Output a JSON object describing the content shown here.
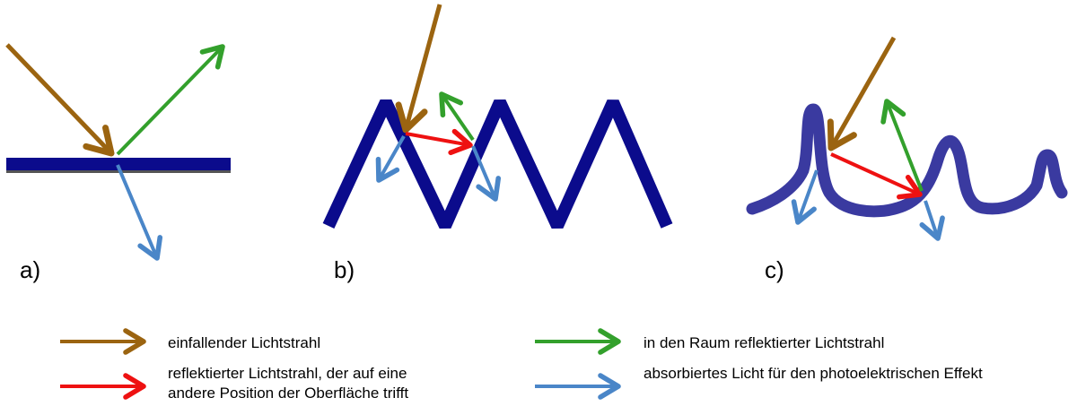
{
  "colors": {
    "surface": "#0b0b8c",
    "surface_c": "#3a3aa0",
    "incident": "#9b6410",
    "reflected_space": "#33a02c",
    "reflected_surface": "#ee1111",
    "absorbed": "#4a86c8"
  },
  "panels": [
    {
      "label": "a)"
    },
    {
      "label": "b)"
    },
    {
      "label": "c)"
    }
  ],
  "legend": {
    "incident": "einfallender Lichtstrahl",
    "reflected_space": "in den Raum reflektierter Lichtstrahl",
    "reflected_surface_line1": "reflektierter Lichtstrahl, der auf eine",
    "reflected_surface_line2": "andere Position der Oberfläche trifft",
    "absorbed": "absorbiertes Licht für den photoelektrischen Effekt"
  }
}
